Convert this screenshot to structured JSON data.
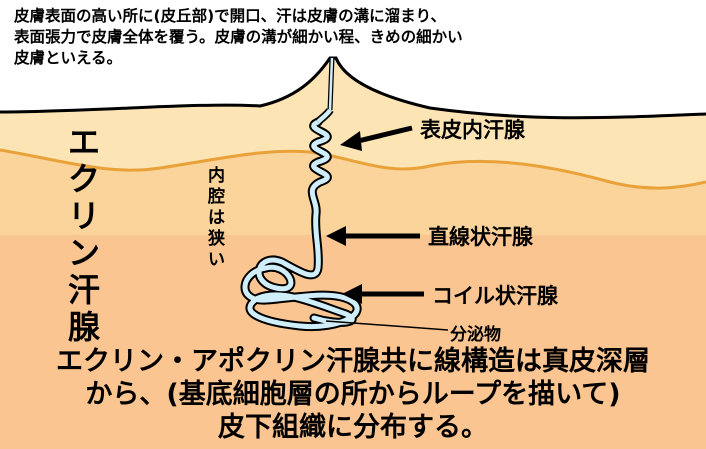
{
  "top_text": {
    "line1": "皮膚表面の高い所に(皮丘部)で開口、汗は皮膚の溝に溜まり、",
    "line2": "表面張力で皮膚全体を覆う。皮膚の溝が細かい程、きめの細かい",
    "line3": "皮膚といえる。"
  },
  "left_label": "エクリン汗腺",
  "inner_label": "内腔は狭い",
  "labels": {
    "epidermal_duct": "表皮内汗腺",
    "straight_duct": "直線状汗腺",
    "coiled_gland": "コイル状汗腺",
    "secretion": "分泌物"
  },
  "bottom_text": {
    "line1": "エクリン・アポクリン汗腺共に線構造は真皮深層",
    "line2": "から、(基底細胞層の所からループを描いて)",
    "line3": "皮下組織に分布する。"
  },
  "colors": {
    "epidermis": "#fde4b4",
    "dermis_upper": "#fbd49c",
    "dermis_lower": "#f9c28e",
    "gland": "#cfeefa",
    "outline": "#000000",
    "boundary": "#e9a23a"
  }
}
